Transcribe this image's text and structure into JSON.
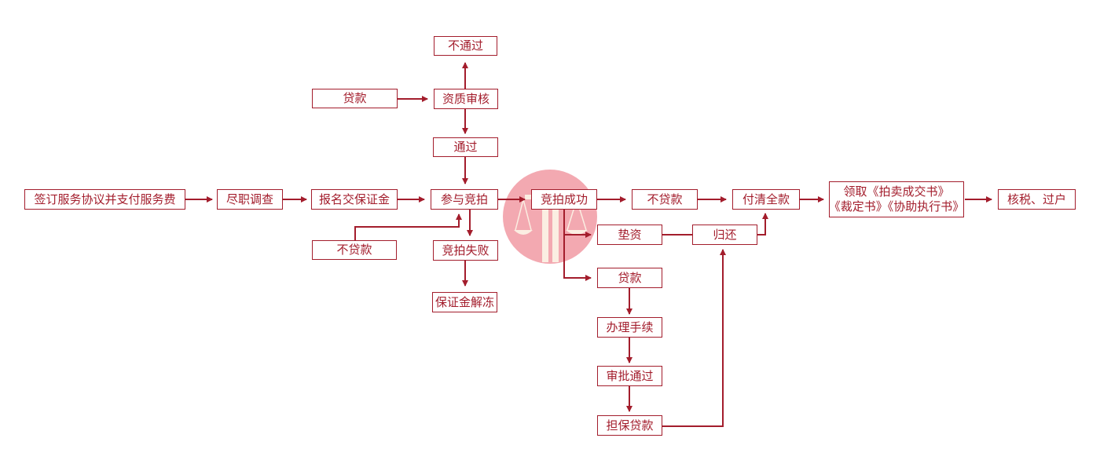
{
  "colors": {
    "line": "#a31d2c",
    "text": "#a31d2c",
    "badge": "#f3a9b1",
    "badge_icon": "#fbeee2"
  },
  "emblem": {
    "icon": "scales-of-justice-icon"
  },
  "nodes": {
    "sign_agreement": "签订服务协议并支付服务费",
    "due_diligence": "尽职调查",
    "register_deposit": "报名交保证金",
    "participate_auction": "参与竞拍",
    "auction_success": "竞拍成功",
    "no_loan_main": "不贷款",
    "pay_full": "付清全款",
    "receive_docs_line1": "领取《拍卖成交书》",
    "receive_docs_line2": "《裁定书》《协助执行书》",
    "tax_transfer": "核税、过户",
    "loan_top": "贷款",
    "qualification_review": "资质审核",
    "not_passed": "不通过",
    "passed": "通过",
    "no_loan_left": "不贷款",
    "auction_failed": "竞拍失败",
    "deposit_unfrozen": "保证金解冻",
    "bridge_fund": "垫资",
    "repay": "归还",
    "loan_branch": "贷款",
    "handle_procedures": "办理手续",
    "approval_passed": "审批通过",
    "guarantee_loan": "担保贷款"
  }
}
